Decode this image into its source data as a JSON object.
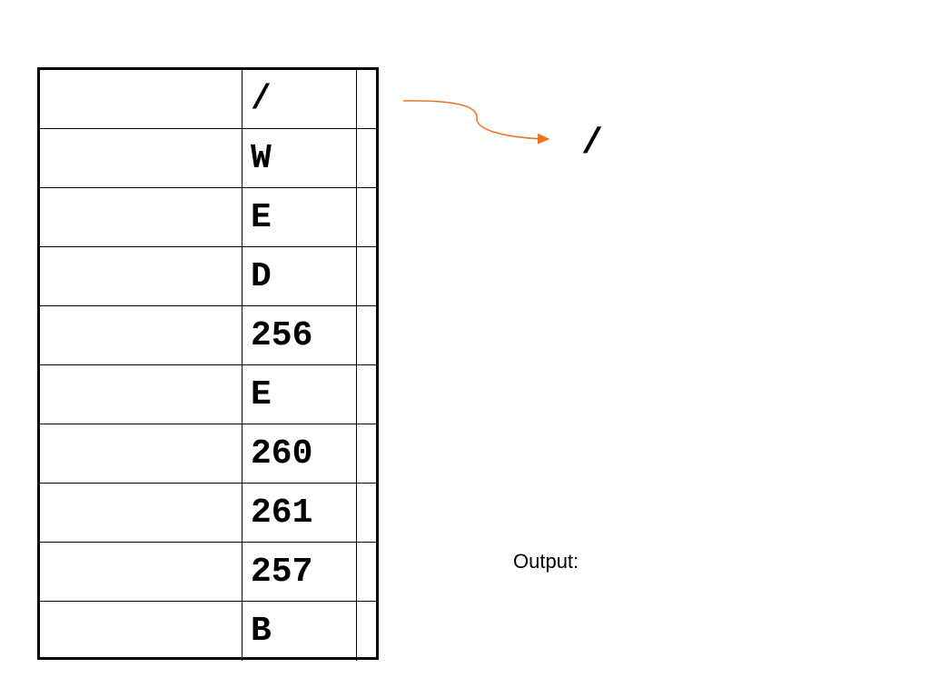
{
  "input_table": {
    "cells": [
      "/",
      "W",
      "E",
      "D",
      "256",
      "E",
      "260",
      "261",
      "257",
      "B"
    ]
  },
  "arrow": {
    "color": "#f07020",
    "symbol": "/"
  },
  "output": {
    "label": "Output:"
  }
}
